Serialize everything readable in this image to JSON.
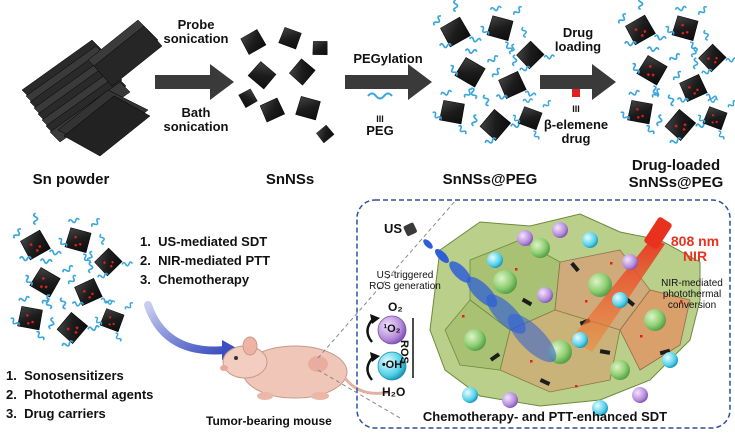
{
  "top_row": {
    "sn_powder": "Sn powder",
    "step1_top": [
      "Probe",
      "sonication"
    ],
    "step1_bottom": [
      "Bath",
      "sonication"
    ],
    "snnss": "SnNSs",
    "step2_top": "PEGylation",
    "step2_bottom": "PEG",
    "snnss_peg": "SnNSs@PEG",
    "step3_top": [
      "Drug",
      "loading"
    ],
    "step3_bottom": [
      "β-elemene",
      "drug"
    ],
    "drug_loaded": [
      "Drug-loaded",
      "SnNSs@PEG"
    ]
  },
  "applications_list": [
    "US-mediated SDT",
    "NIR-mediated PTT",
    "Chemotherapy"
  ],
  "roles_list": [
    "Sonosensitizers",
    "Photothermal agents",
    "Drug carriers"
  ],
  "mouse_label": "Tumor-bearing mouse",
  "panel": {
    "us_label": "US",
    "laser_wavelength": "808 nm",
    "laser_label": "NIR",
    "us_triggered": [
      "US-triggered",
      "ROS generation"
    ],
    "nir_mediated": [
      "NIR-mediated",
      "photothermal",
      "conversion"
    ],
    "o2": "O₂",
    "singlet_o2": "¹O₂",
    "hydroxyl": "•OH",
    "h2o": "H₂O",
    "ros": "ROS",
    "bottom_caption": "Chemotherapy- and PTT-enhanced SDT"
  },
  "colors": {
    "sheet_dark": "#1c1c1c",
    "peg_blue": "#3aa6dd",
    "drug_red": "#e02020",
    "arrow_gray": "#3a3a3a",
    "panel_border": "#2f4fa0",
    "laser_red": "#e8321e",
    "o2_purple": "#b48ad8",
    "oh_cyan": "#4fd0e8",
    "cell_green": "#9fbf6a",
    "nucleus_green": "#7cc36c",
    "us_blue": "#2e5fd6"
  }
}
